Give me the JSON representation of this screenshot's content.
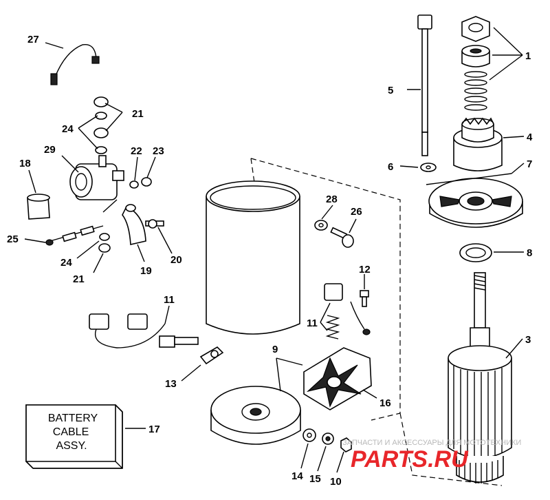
{
  "callouts": {
    "c1": "1",
    "c3": "3",
    "c4": "4",
    "c5": "5",
    "c6": "6",
    "c7": "7",
    "c8": "8",
    "c9": "9",
    "c10": "10",
    "c11a": "11",
    "c11b": "11",
    "c12": "12",
    "c13": "13",
    "c14": "14",
    "c15": "15",
    "c16": "16",
    "c17": "17",
    "c18": "18",
    "c19": "19",
    "c20": "20",
    "c21a": "21",
    "c21b": "21",
    "c22": "22",
    "c23": "23",
    "c24a": "24",
    "c24b": "24",
    "c25": "25",
    "c26": "26",
    "c27": "27",
    "c28": "28",
    "c29": "29"
  },
  "battery_box": {
    "line1": "BATTERY",
    "line2": "CABLE",
    "line3": "ASSY."
  },
  "watermark": {
    "caption": "ЗАПЧАСТИ И АКСЕССУАРЫ ДЛЯ МОТОТЕХНИКИ",
    "logo": "PARTS.RU",
    "color": "#e8262a"
  }
}
